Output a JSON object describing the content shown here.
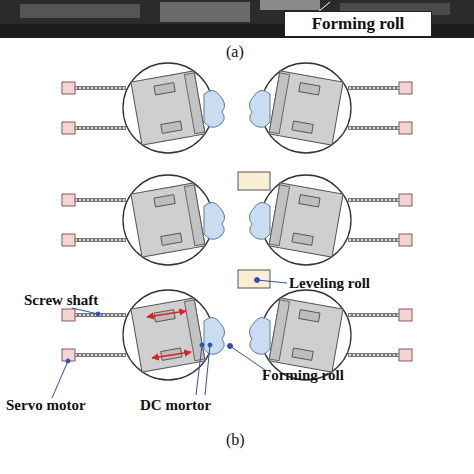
{
  "diagram": {
    "nodes": [
      {
        "text": [
          "Forming roll"
        ]
      }
    ],
    "labels": [
      "(a)",
      "Screw shaft",
      "Leveling roll",
      "Forming roll",
      "Servo motor",
      "DC mortor",
      "(b)"
    ]
  }
}
